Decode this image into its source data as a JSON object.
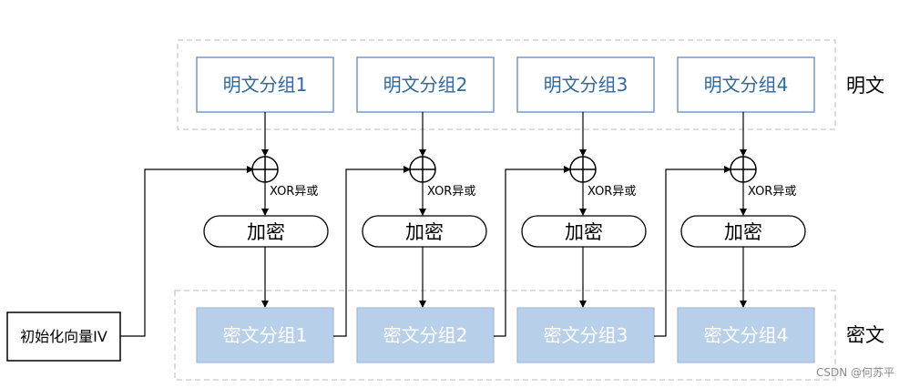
{
  "row_labels": {
    "plaintext": "明文",
    "ciphertext": "密文"
  },
  "plaintext_blocks": [
    "明文分组1",
    "明文分组2",
    "明文分组3",
    "明文分组4"
  ],
  "ciphertext_blocks": [
    "密文分组1",
    "密文分组2",
    "密文分组3",
    "密文分组4"
  ],
  "encrypt_label": "加密",
  "xor_label": "XOR异或",
  "iv_label": "初始化向量IV",
  "watermark": "CSDN @何苏平",
  "colors": {
    "plain_fill": "#ffffff",
    "plain_border": "#4f81bd",
    "plain_text": "#2e6aa4",
    "cipher_fill": "#b8cfea",
    "cipher_border": "#9fbbe0",
    "dashed_frame": "#c8c8c8",
    "line": "#000000"
  }
}
